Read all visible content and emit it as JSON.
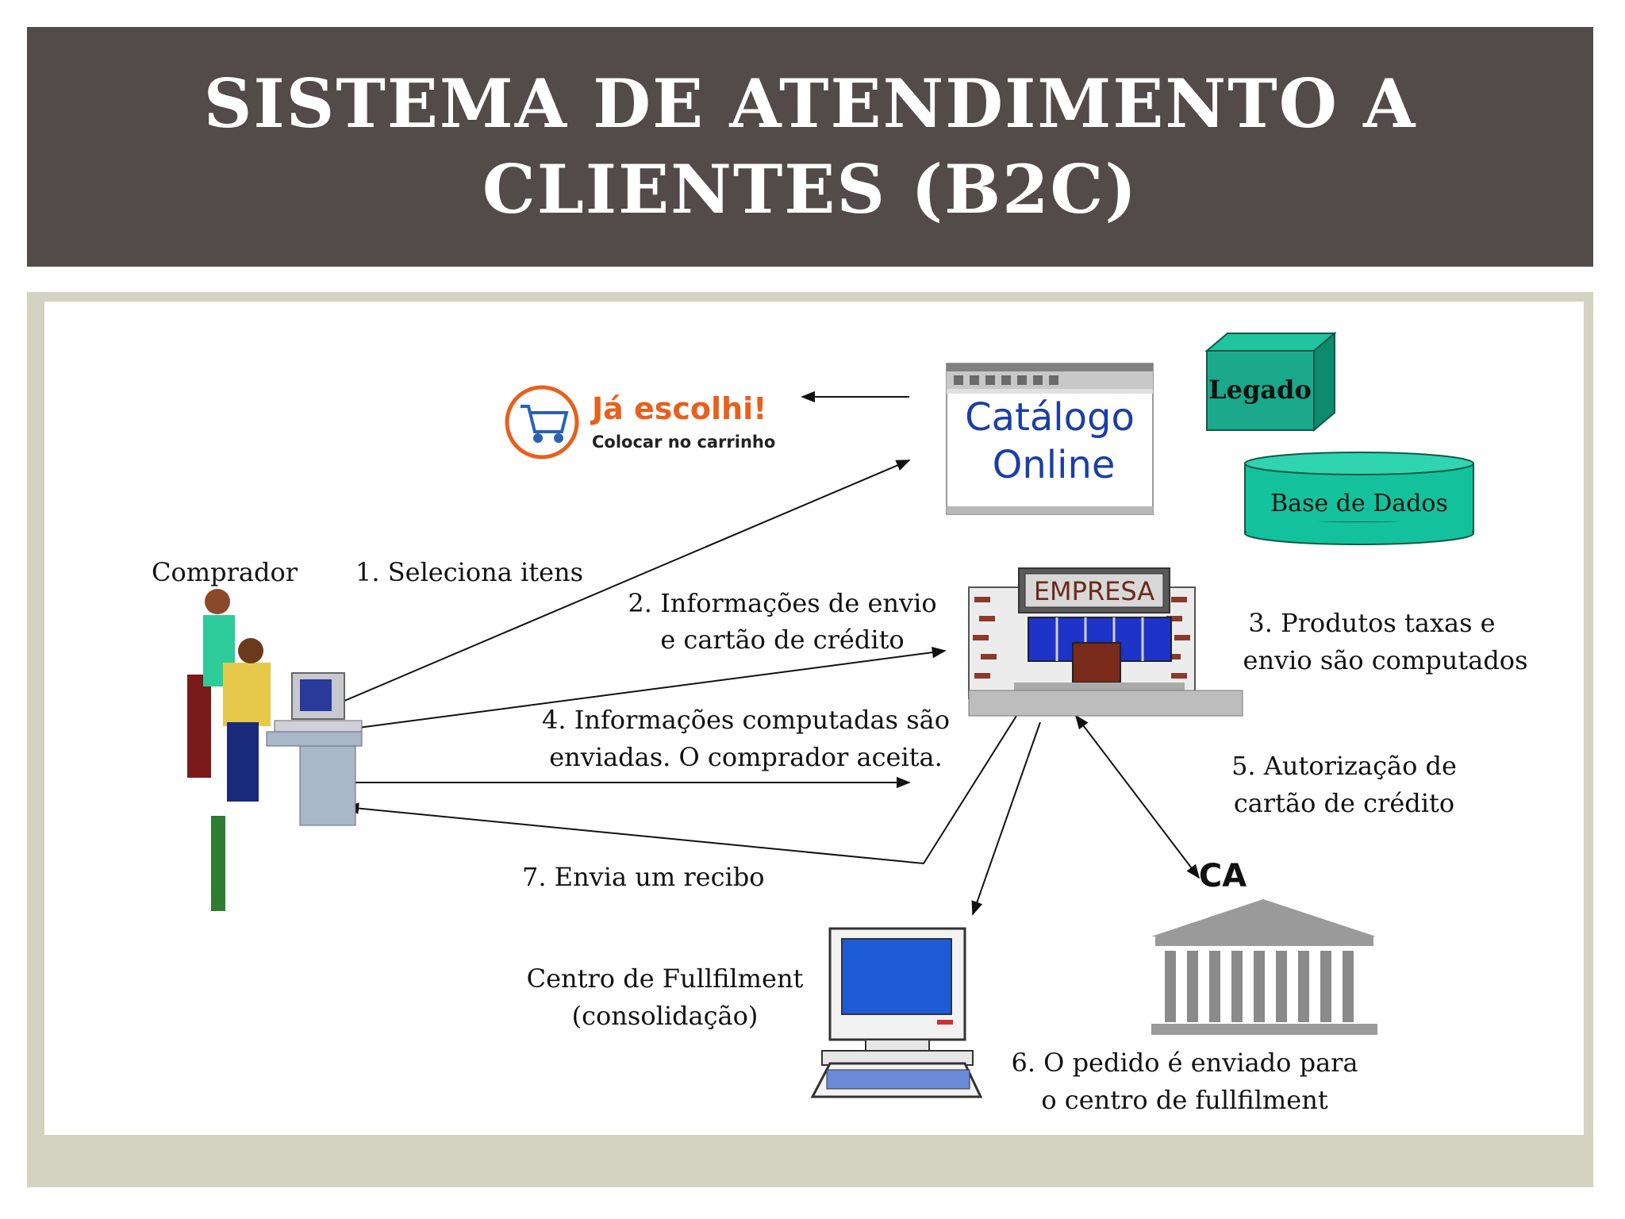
{
  "title": {
    "line1": "SISTEMA DE ATENDIMENTO A",
    "line2": "CLIENTES (B2C)"
  },
  "diagram": {
    "comprador": "Comprador",
    "cart": {
      "title": "Já escolhi!",
      "subtitle": "Colocar no carrinho"
    },
    "catalogo": {
      "line1": "Catálogo",
      "line2": "Online"
    },
    "legado": "Legado",
    "base_dados": "Base de Dados",
    "empresa": "EMPRESA",
    "ca": "CA",
    "fulfilment": {
      "line1": "Centro de Fullfilment",
      "line2": "(consolidação)"
    },
    "steps": {
      "s1": "1. Seleciona itens",
      "s2_line1": "2. Informações de envio",
      "s2_line2": "e cartão de crédito",
      "s3_line1": "3. Produtos taxas e",
      "s3_line2": "envio são computados",
      "s4_line1": "4. Informações computadas são",
      "s4_line2": "enviadas. O  comprador aceita.",
      "s5_line1": "5. Autorização de",
      "s5_line2": "cartão de crédito",
      "s6_line1": "6. O pedido é enviado para",
      "s6_line2": "o centro de fullfilment",
      "s7": "7. Envia um recibo"
    },
    "colors": {
      "title_bg": "#534a4a",
      "frame": "#d2d3c0",
      "legado_box": "#1aa98a",
      "database": "#13c29c",
      "catalog_text": "#1a3ea8",
      "cart_orange": "#e8601c",
      "screen_blue": "#1e5bd6"
    }
  }
}
